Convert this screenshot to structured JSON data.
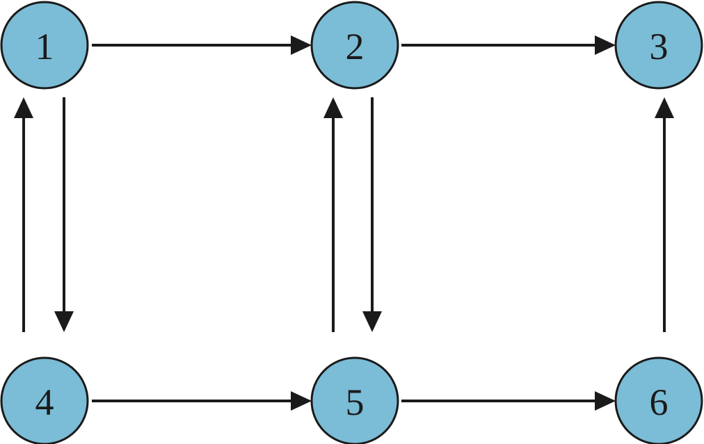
{
  "diagram": {
    "node_fill": "#7bbcd6",
    "stroke_color": "#1a1a1a",
    "nodes": [
      {
        "id": "1",
        "label": "1"
      },
      {
        "id": "2",
        "label": "2"
      },
      {
        "id": "3",
        "label": "3"
      },
      {
        "id": "4",
        "label": "4"
      },
      {
        "id": "5",
        "label": "5"
      },
      {
        "id": "6",
        "label": "6"
      }
    ],
    "edges": [
      {
        "from": "1",
        "to": "2"
      },
      {
        "from": "2",
        "to": "3"
      },
      {
        "from": "4",
        "to": "5"
      },
      {
        "from": "5",
        "to": "6"
      },
      {
        "from": "1",
        "to": "4"
      },
      {
        "from": "4",
        "to": "1"
      },
      {
        "from": "2",
        "to": "5"
      },
      {
        "from": "5",
        "to": "2"
      },
      {
        "from": "6",
        "to": "3"
      }
    ]
  }
}
